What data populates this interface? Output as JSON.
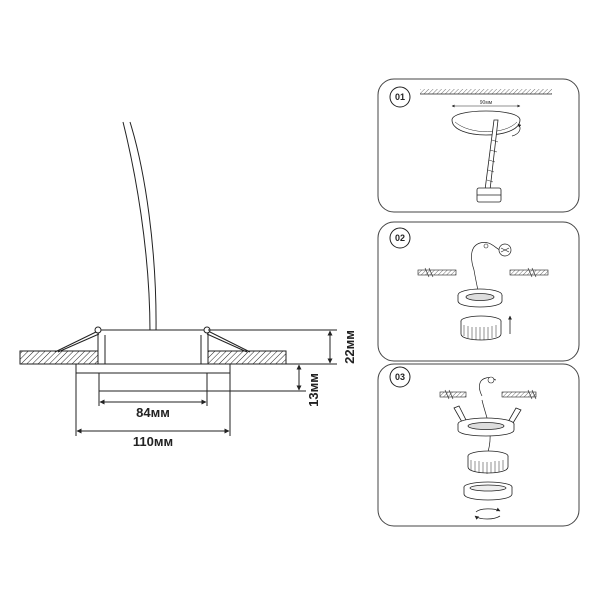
{
  "main_drawing": {
    "dimensions": {
      "inner_width": "84мм",
      "outer_width": "110мм",
      "depth_below_ceiling": "13мм",
      "total_height": "22мм"
    }
  },
  "steps": [
    {
      "number": "01",
      "label": "90мм"
    },
    {
      "number": "02"
    },
    {
      "number": "03"
    }
  ],
  "colors": {
    "line": "#222222",
    "panel_border": "#444444"
  }
}
